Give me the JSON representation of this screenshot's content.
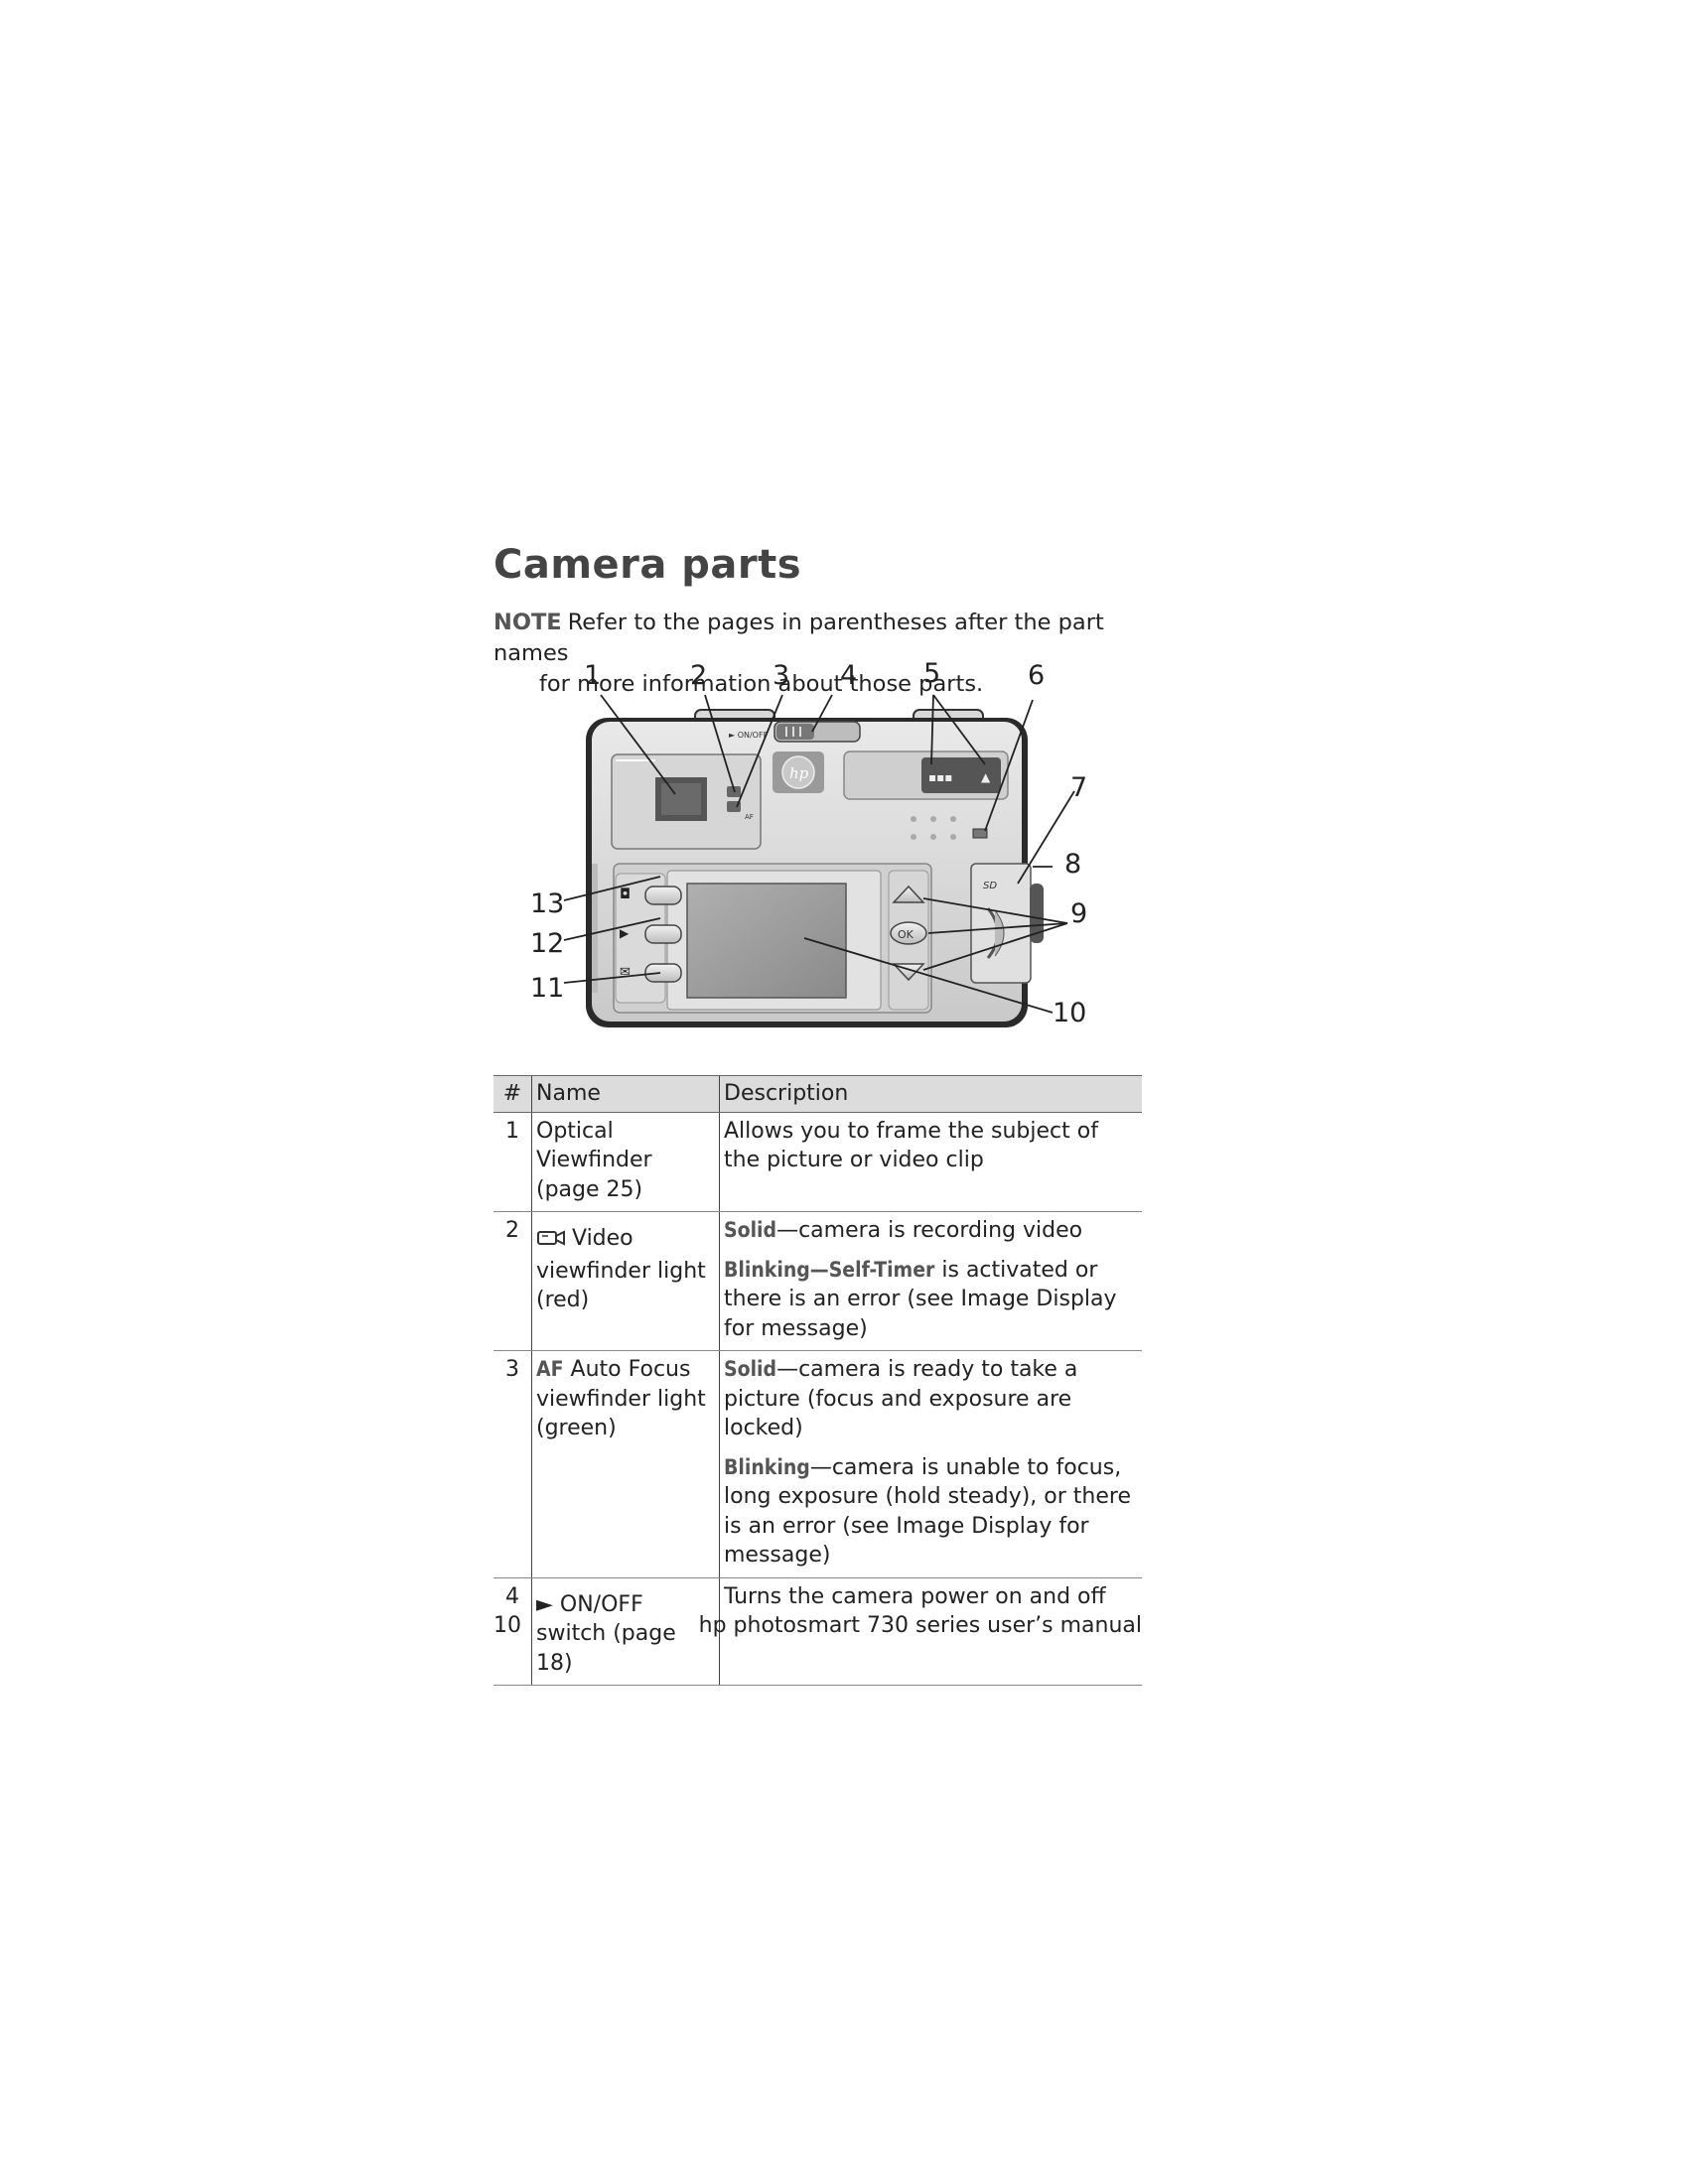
{
  "page": {
    "title": "Camera parts",
    "note_label": "NOTE",
    "note_line1": "Refer to the pages in parentheses after the part names",
    "note_line2": "for more information about those parts."
  },
  "figure": {
    "callouts": [
      "1",
      "2",
      "3",
      "4",
      "5",
      "6",
      "7",
      "8",
      "9",
      "10",
      "11",
      "12",
      "13"
    ],
    "switch_label": "► ON/OFF",
    "af_label": "AF",
    "ok_label": "OK",
    "logo_text": "hp"
  },
  "table": {
    "headers": {
      "num": "#",
      "name": "Name",
      "desc": "Description"
    },
    "rows": [
      {
        "num": "1",
        "name": "Optical Viewfinder (page 25)",
        "desc": "Allows you to frame the subject of the picture or video clip"
      },
      {
        "num": "2",
        "icon": "video-camera-icon",
        "name": "Video viewfinder light (red)",
        "solid_term": "Solid",
        "solid_text": "—camera is recording video",
        "blink_term": "Blinking—Self-Timer",
        "blink_text": " is activated or there is an error (see Image Display for message)"
      },
      {
        "num": "3",
        "name_prefix": "AF",
        "name": " Auto Focus viewfinder light (green)",
        "solid_term": "Solid",
        "solid_text": "—camera is ready to take a picture (focus and exposure are locked)",
        "blink_term": "Blinking",
        "blink_text": "—camera is unable to focus, long exposure (hold steady), or there is an error (see Image Display for message)"
      },
      {
        "num": "4",
        "name_prefix": "► ON/OFF",
        "name": "switch (page 18)",
        "desc": "Turns the camera power on and off"
      }
    ]
  },
  "footer": {
    "page_number": "10",
    "manual_title": "hp photosmart 730 series user’s manual"
  }
}
